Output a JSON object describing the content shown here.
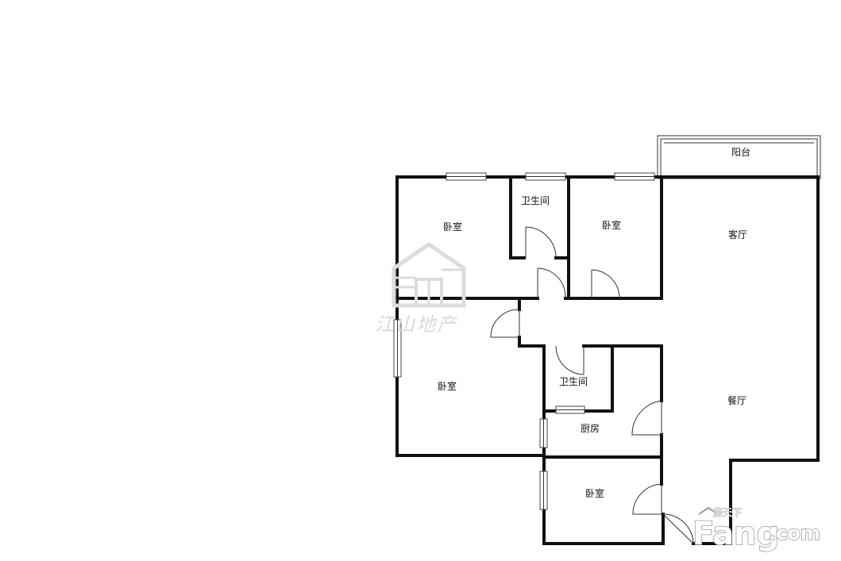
{
  "rooms": {
    "balcony": "阳台",
    "bedroom_nw": "卧室",
    "bath_top": "卫生间",
    "bedroom_n": "卧室",
    "living": "客厅",
    "bedroom_w": "卧室",
    "bath_mid": "卫生间",
    "kitchen": "厨房",
    "dining": "餐厅",
    "bedroom_s": "卧室"
  },
  "watermark": {
    "text": "江山地产",
    "color": "#d9d9d9"
  },
  "brand": {
    "chinese": "房天下",
    "name": "Fang",
    "suffix": ".com"
  },
  "colors": {
    "wall": "#111111",
    "background": "#ffffff"
  }
}
